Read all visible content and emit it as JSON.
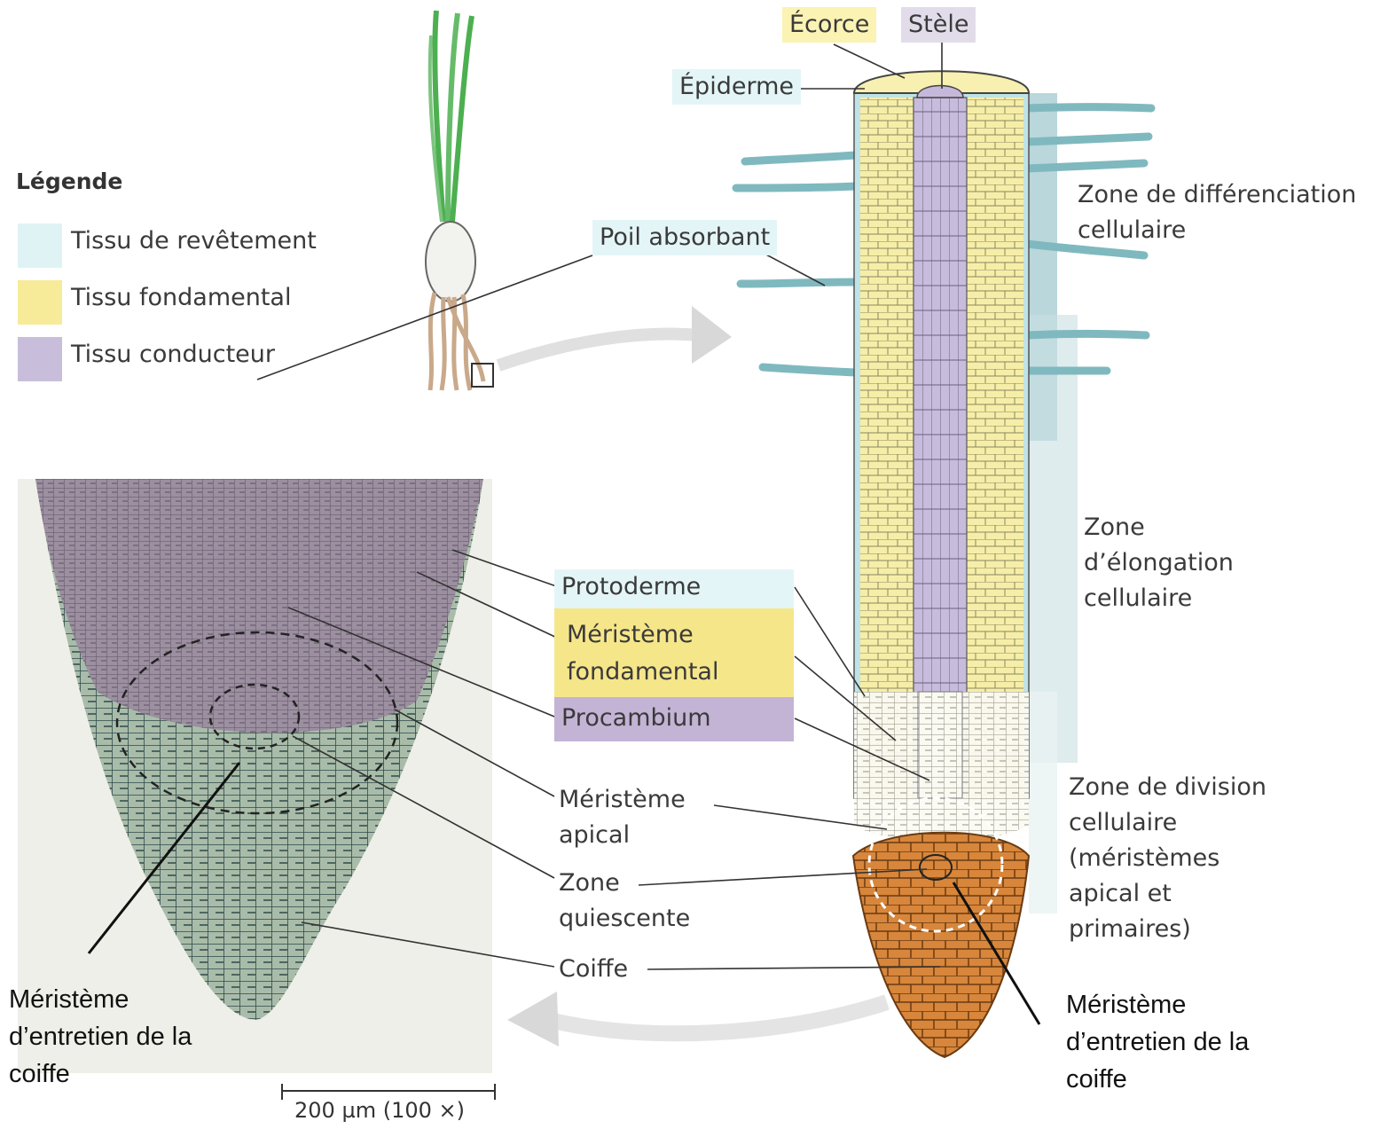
{
  "colors": {
    "revetement": "#dff3f5",
    "fondamental": "#f7eb9a",
    "conducteur": "#c8bedb",
    "coiffe": "#d7863b",
    "tissue_yellow": "#f6eea8",
    "stele": "#c6b8da",
    "zone_band": "#9cc6cc"
  },
  "legend": {
    "title": "Légende",
    "items": [
      {
        "label": "Tissu de revêtement",
        "color": "#dff3f5"
      },
      {
        "label": "Tissu fondamental",
        "color": "#f7eb9a"
      },
      {
        "label": "Tissu conducteur",
        "color": "#c8bedb"
      }
    ]
  },
  "labels": {
    "ecorce": "Écorce",
    "stele": "Stèle",
    "epiderme": "Épiderme",
    "poil_absorbant": "Poil absorbant",
    "protoderme": "Protoderme",
    "meristeme_fondamental_1": "Méristème",
    "meristeme_fondamental_2": "fondamental",
    "procambium": "Procambium",
    "meristeme_apical_1": "Méristème",
    "meristeme_apical_2": "apical",
    "zone_quiescente_1": "Zone",
    "zone_quiescente_2": "quiescente",
    "coiffe": "Coiffe"
  },
  "zones": {
    "differenciation": "Zone de différenciation\ncellulaire",
    "elongation": "Zone\nd’élongation\ncellulaire",
    "division": "Zone de division\ncellulaire\n(méristèmes\napical et\nprimaires)"
  },
  "notes": {
    "left": "Méristème\nd’entretien de la\ncoiffe",
    "right": "Méristème\nd’entretien de la\ncoiffe"
  },
  "scale_bar": "200 µm (100 ×)"
}
